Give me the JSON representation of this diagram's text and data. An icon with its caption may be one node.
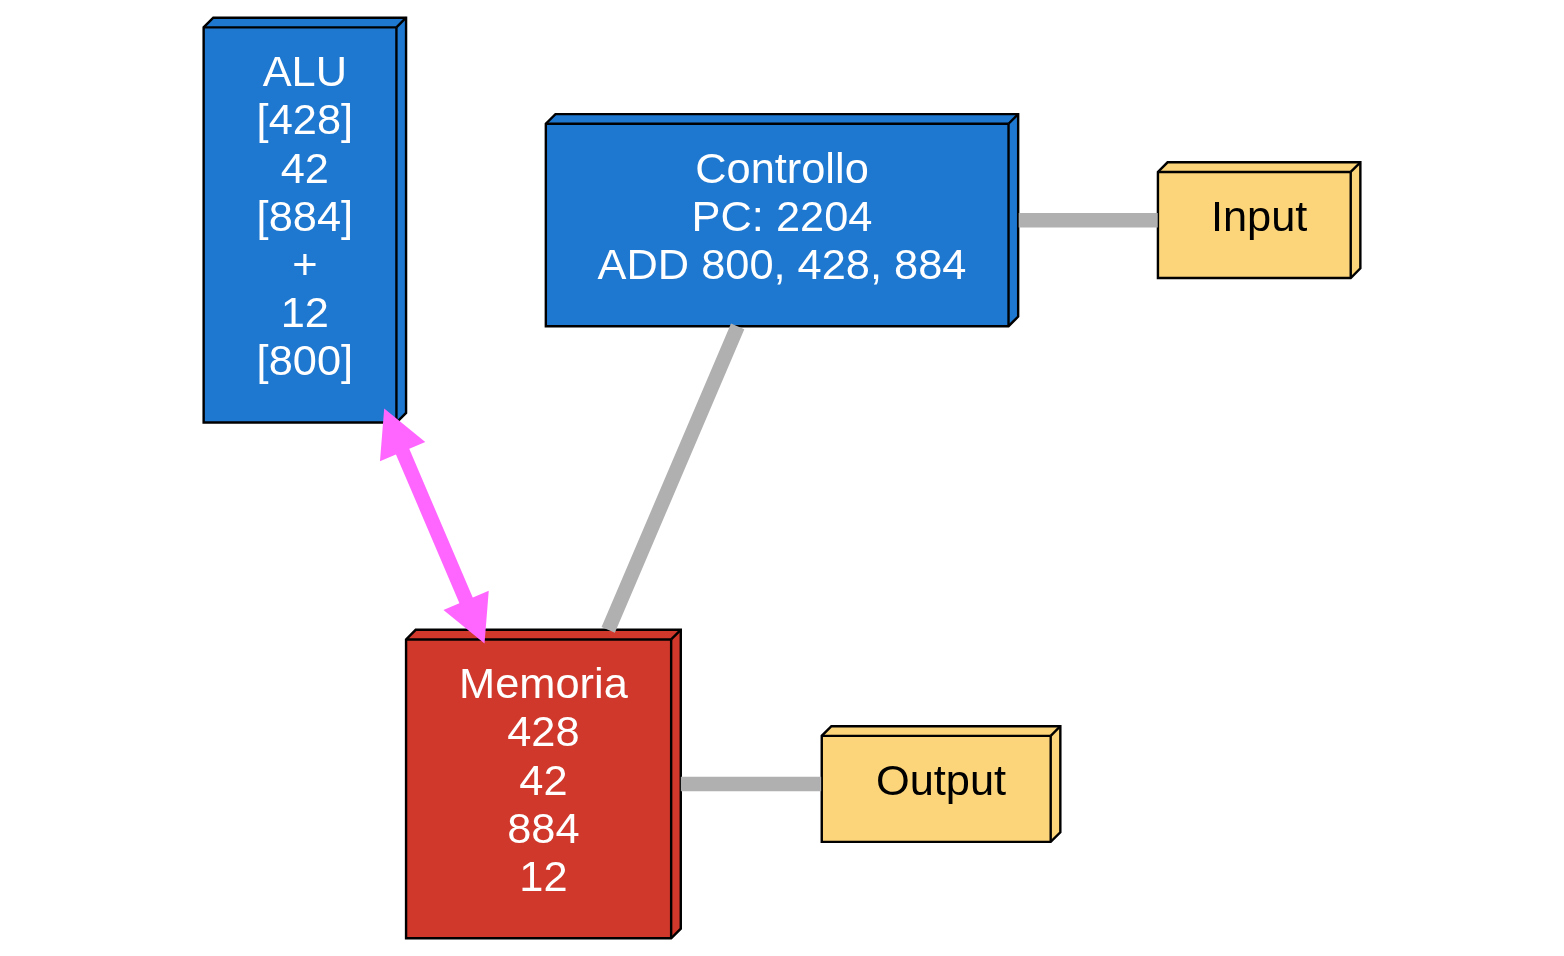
{
  "diagram": {
    "nodes": [
      {
        "text": [
          "ALU",
          "[428]",
          "42",
          "[884]",
          "+",
          "12",
          "[800]"
        ]
      },
      {
        "text": [
          "Controllo",
          "PC: 2204",
          "ADD 800, 428, 884"
        ]
      },
      {
        "text": [
          "Memoria",
          "428",
          "42",
          "884",
          "12"
        ]
      },
      {
        "text": [
          "Input"
        ]
      },
      {
        "text": [
          "Output"
        ]
      }
    ],
    "edges": [
      {
        "from": 1,
        "to": 3,
        "arrow": "none"
      },
      {
        "from": 2,
        "to": 4,
        "arrow": "none"
      },
      {
        "from": 1,
        "to": 2,
        "arrow": "none"
      },
      {
        "from": 2,
        "to": 0,
        "arrow": "both",
        "color": "#ff66ff"
      }
    ]
  }
}
